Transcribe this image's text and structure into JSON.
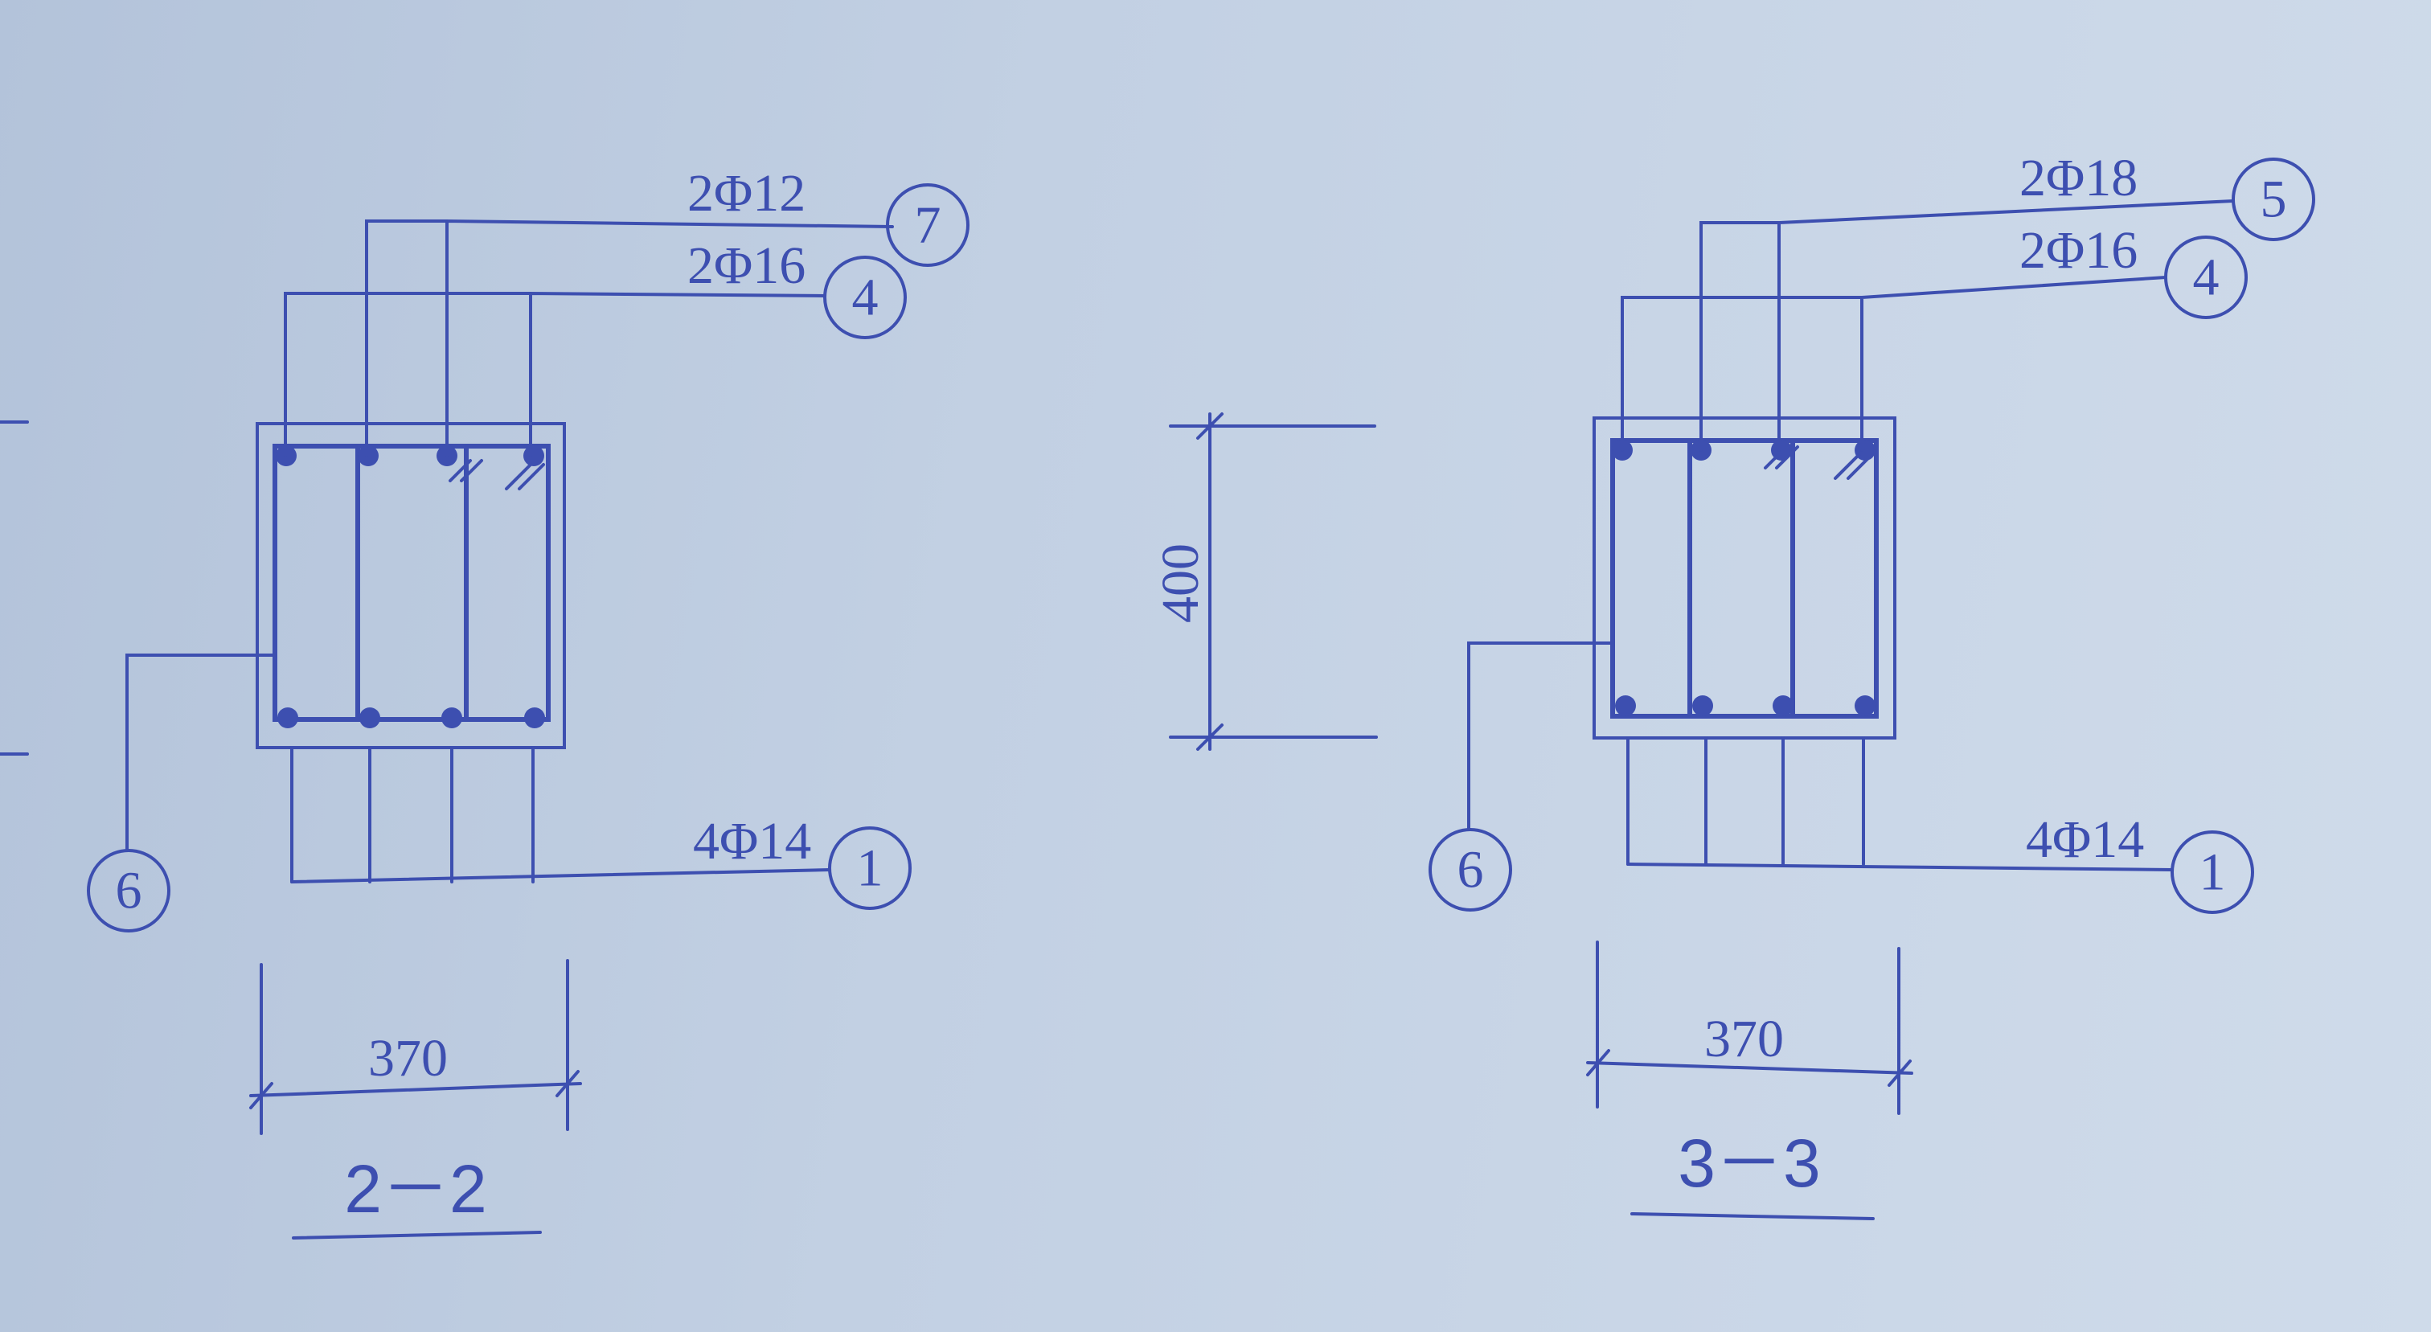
{
  "section_2_2": {
    "title": "2－2",
    "top_bar_label_1": "2Φ12",
    "top_bar_mark_1": "7",
    "top_bar_label_2": "2Φ16",
    "top_bar_mark_2": "4",
    "bottom_bar_label": "4Φ14",
    "bottom_bar_mark": "1",
    "stirrup_mark": "6",
    "width_dim": "370"
  },
  "height_dim": "400",
  "section_3_3": {
    "title": "3－3",
    "top_bar_label_1": "2Φ18",
    "top_bar_mark_1": "5",
    "top_bar_label_2": "2Φ16",
    "top_bar_mark_2": "4",
    "bottom_bar_label": "4Φ14",
    "bottom_bar_mark": "1",
    "stirrup_mark": "6",
    "width_dim": "370"
  }
}
